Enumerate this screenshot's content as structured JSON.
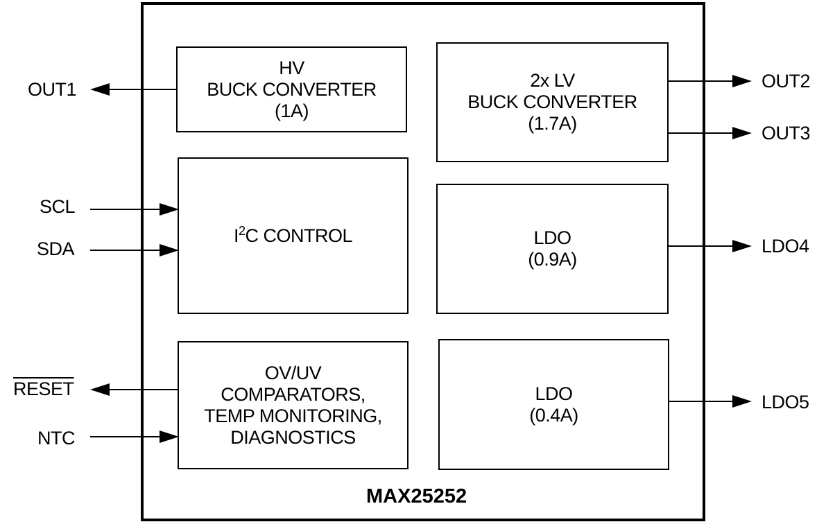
{
  "chip": {
    "name": "MAX25252"
  },
  "blocks": {
    "hv_buck": {
      "line1": "HV",
      "line2": "BUCK CONVERTER",
      "line3": "(1A)"
    },
    "lv_buck": {
      "line1": "2x LV",
      "line2": "BUCK CONVERTER",
      "line3": "(1.7A)"
    },
    "i2c": {
      "prefix": "I",
      "sup": "2",
      "suffix": "C CONTROL"
    },
    "ldo4": {
      "line1": "LDO",
      "line2": "(0.9A)"
    },
    "monitor": {
      "line1": "OV/UV",
      "line2": "COMPARATORS,",
      "line3": "TEMP MONITORING,",
      "line4": "DIAGNOSTICS"
    },
    "ldo5": {
      "line1": "LDO",
      "line2": "(0.4A)"
    }
  },
  "pins": {
    "out1": "OUT1",
    "out2": "OUT2",
    "out3": "OUT3",
    "scl": "SCL",
    "sda": "SDA",
    "ldo4": "LDO4",
    "reset": "RESET",
    "ntc": "NTC",
    "ldo5": "LDO5"
  }
}
